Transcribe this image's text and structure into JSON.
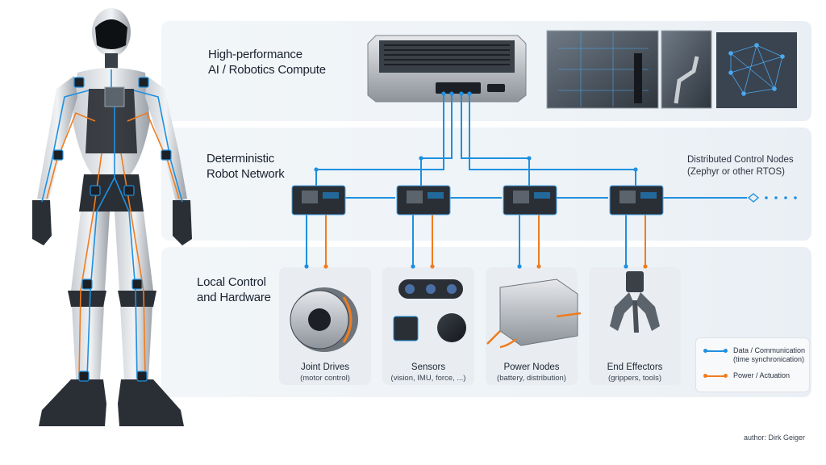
{
  "tiers": {
    "compute": {
      "line1": "High-performance",
      "line2": "AI / Robotics Compute"
    },
    "network": {
      "line1": "Deterministic",
      "line2": "Robot Network"
    },
    "local": {
      "line1": "Local Control",
      "line2": "and Hardware"
    }
  },
  "nodes_label": {
    "line1": "Distributed Control Nodes",
    "line2": "(Zephyr or other RTOS)"
  },
  "cards": [
    {
      "title": "Joint Drives",
      "sub": "(motor control)"
    },
    {
      "title": "Sensors",
      "sub": "(vision, IMU, force, ...)"
    },
    {
      "title": "Power Nodes",
      "sub": "(battery, distribution)"
    },
    {
      "title": "End Effectors",
      "sub": "(grippers, tools)"
    }
  ],
  "legend": {
    "data": {
      "line1": "Data / Communication",
      "line2": "(time synchronication)",
      "color": "#1e90e0"
    },
    "power": {
      "line1": "Power / Actuation",
      "color": "#f07c1e"
    }
  },
  "author": "author: Dirk Geiger",
  "colors": {
    "data_line": "#1e90e0",
    "power_line": "#f07c1e",
    "board": "#2a2f36",
    "panel_bg": "#eef3f7"
  }
}
